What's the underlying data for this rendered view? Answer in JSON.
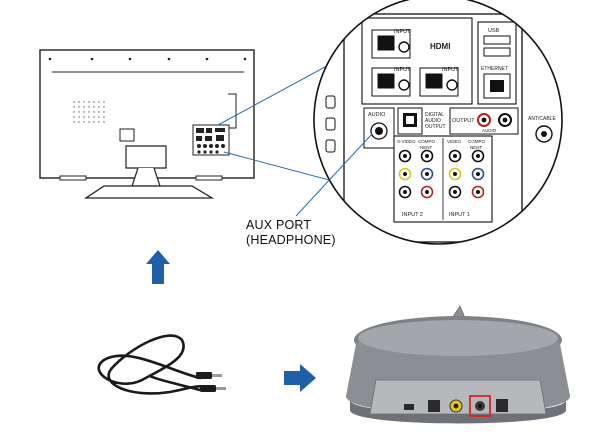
{
  "callout": {
    "line1": "AUX PORT",
    "line2": "(HEADPHONE)"
  },
  "panel_labels": {
    "input_top": "INPUT",
    "hdmi": "HDMI",
    "input_mid1": "INPUT",
    "input_mid2": "INPUT",
    "usb": "USB",
    "ethernet": "ETHERNET",
    "audio": "AUDIO",
    "digital_audio": "DIGITAL",
    "digital_audio_2": "AUDIO",
    "digital_audio_3": "OUTPUT",
    "output": "OUTPUT",
    "audio_sub": "AUDIO",
    "ant_cable": "ANT/CABLE",
    "svideo": "S-VIDEO",
    "component_a": "COMPO",
    "component_a2": "NENT",
    "video": "VIDEO",
    "component_b": "COMPO",
    "component_b2": "NENT",
    "input2": "INPUT 2",
    "input1": "INPUT 1"
  },
  "icons": [
    "up-arrow-icon",
    "right-arrow-icon"
  ],
  "colors": {
    "arrow": "#1f5fa8",
    "device_body": "#8a8d92",
    "highlight": "#d9242a",
    "aux_jack": "#e8c21b"
  }
}
